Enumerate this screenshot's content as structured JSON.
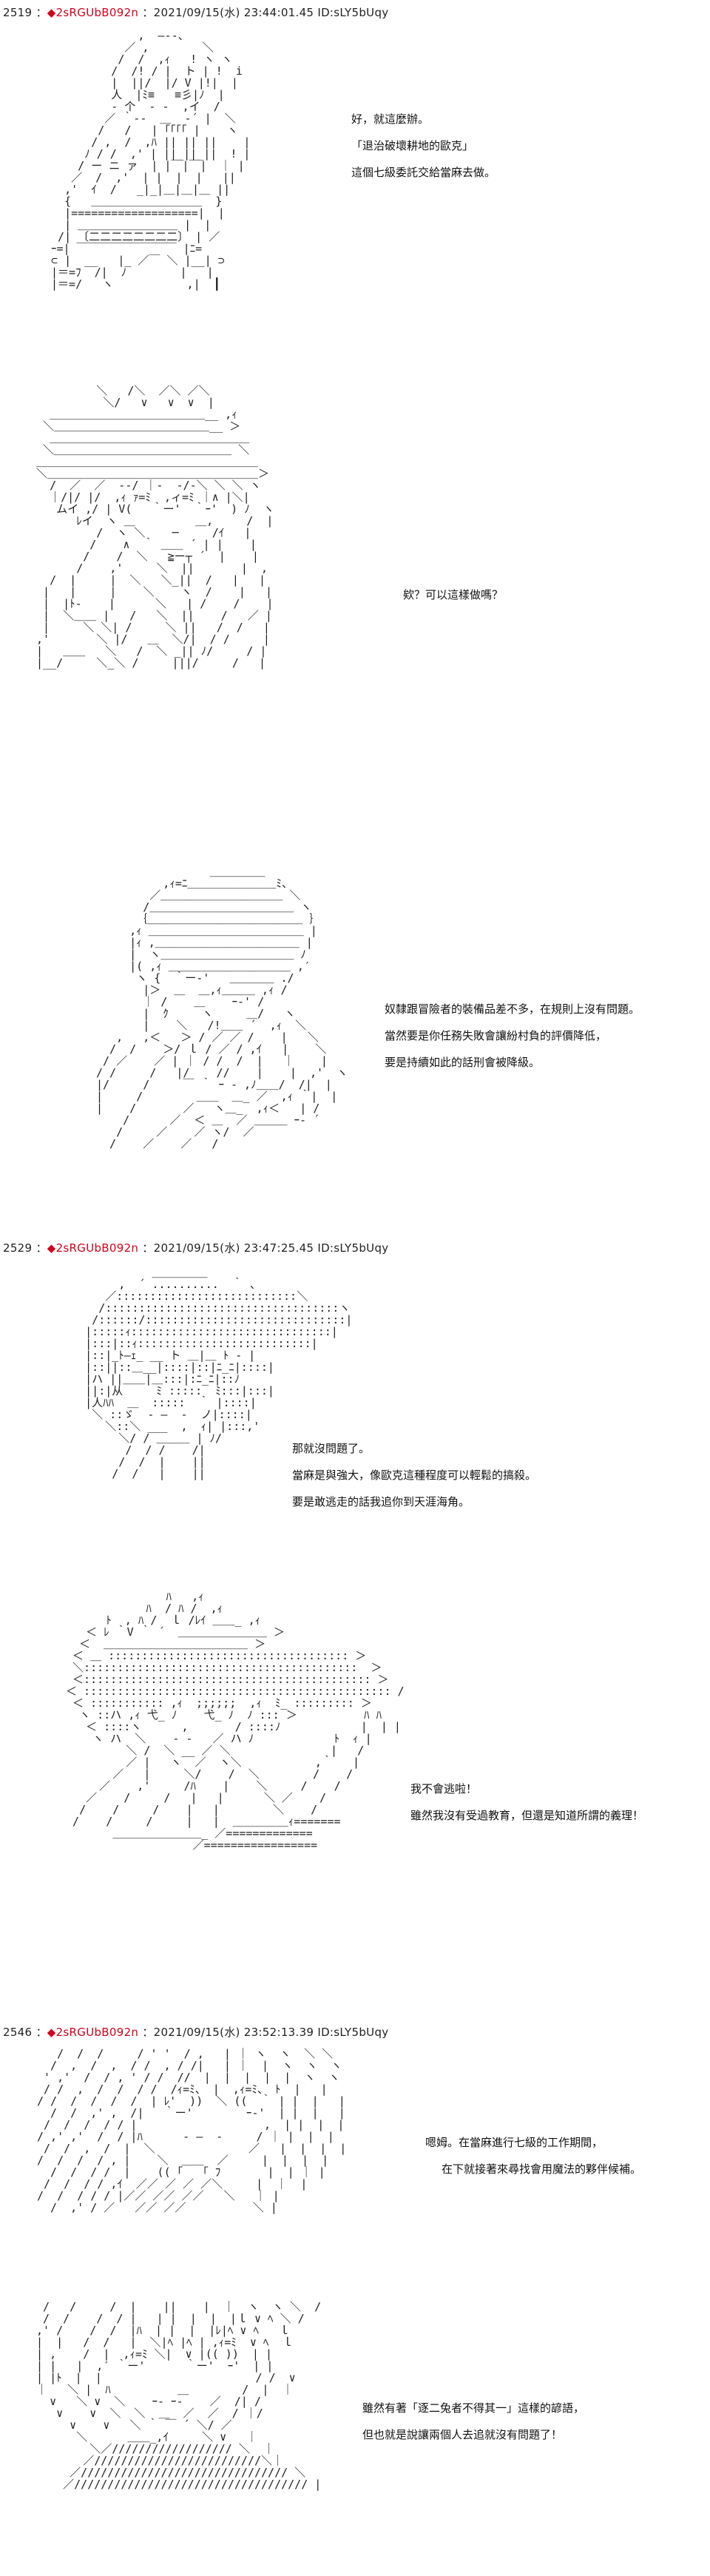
{
  "posts": [
    {
      "header": {
        "number": "2519",
        "name": "2sRGUbB092n",
        "datetime": "2021/09/15(水) 23:44:01.45",
        "id": "ID:sLY5bUqy"
      },
      "panels": [
        {
          "lines": [
            "好，就這麼辦。",
            "「退治破壞耕地的歐克」",
            "這個七級委託交給當麻去做。"
          ]
        },
        {
          "lines": [
            "欸？可以這樣做嗎？"
          ]
        },
        {
          "lines": [
            "奴隸跟冒險者的裝備品差不多，在規則上沒有問題。",
            "當然要是你任務失敗會讓紛村負的評價降低，",
            "要是持續如此的話刑會被降級。"
          ]
        }
      ]
    },
    {
      "header": {
        "number": "2529",
        "name": "2sRGUbB092n",
        "datetime": "2021/09/15(水) 23:47:25.45",
        "id": "ID:sLY5bUqy"
      },
      "panels": [
        {
          "lines": [
            "那就沒問題了。",
            "當麻是與強大，像歐克這種程度可以輕鬆的搞殺。",
            "要是敢逃走的話我追你到天涯海角。"
          ]
        },
        {
          "lines": [
            "我不會逃啦！",
            "雖然我沒有受過教育，但還是知道所謂的義理！"
          ]
        }
      ]
    },
    {
      "header": {
        "number": "2546",
        "name": "2sRGUbB092n",
        "datetime": "2021/09/15(水) 23:52:13.39",
        "id": "ID:sLY5bUqy"
      },
      "panels": [
        {
          "lines": [
            "嗯姆。在當麻進行七級的工作期間，",
            "在下就接著來尋找會用魔法的夥伴候補。"
          ]
        },
        {
          "lines": [
            "雖然有著「逐二兔者不得其一」這樣的諺語，",
            "但也就是說讓兩個人去追就沒有問題了！"
          ]
        }
      ]
    }
  ]
}
